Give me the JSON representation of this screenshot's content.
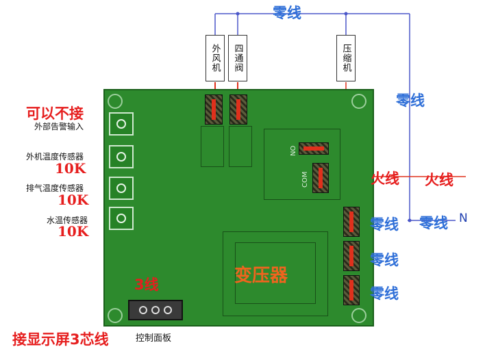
{
  "top_boxes": {
    "outdoor_fan": "外风机",
    "four_way_valve": "四通阀",
    "compressor": "压缩机"
  },
  "lines": {
    "neutral_top": "零线",
    "neutral_right": "零线",
    "live_inner": "火线",
    "live_outer": "火线",
    "neutral_mid_inner": "零线",
    "neutral_mid_outer": "零线",
    "neutral_n_symbol": "N",
    "neutral_lower_1": "零线",
    "neutral_lower_2": "零线"
  },
  "left_labels": {
    "optional_note": "可以不接",
    "external_alarm": "外部告警输入",
    "outdoor_temp": "外机温度传感器",
    "outdoor_temp_value": "10K",
    "exhaust_temp": "排气温度传感器",
    "exhaust_temp_value": "10K",
    "water_temp": "水温传感器",
    "water_temp_value": "10K"
  },
  "board": {
    "no_label": "NO",
    "com_label": "COM",
    "transformer": "变压器",
    "three_wire": "3线",
    "panel_caption": "控制面板"
  },
  "bottom_note": "接显示屏3芯线",
  "colors": {
    "board": "#2d8a2d",
    "red": "#e61e1e",
    "blue": "#2f6fd8",
    "wire_red": "#e0301c",
    "wire_blue": "#4a56c8"
  }
}
